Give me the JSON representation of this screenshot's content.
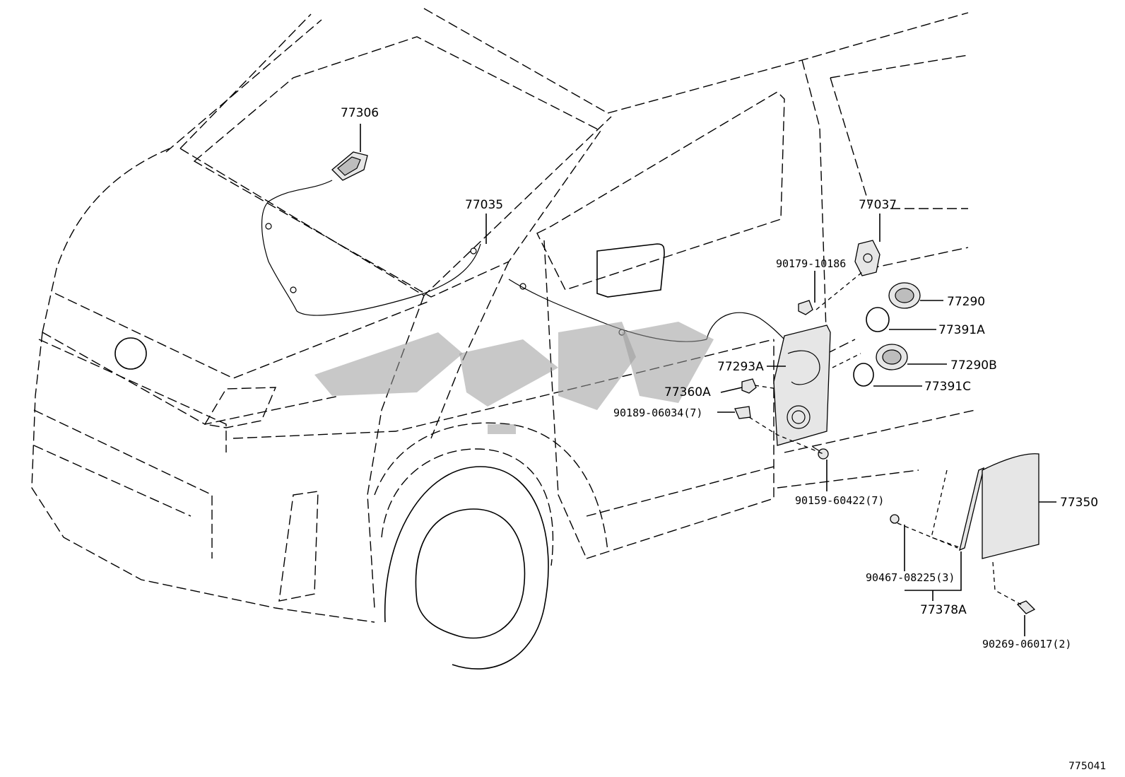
{
  "diagram": {
    "code": "775041",
    "watermark": "",
    "labels": {
      "p77306": "77306",
      "p77035": "77035",
      "p77037": "77037",
      "p90179": "90179-10186",
      "p77290": "77290",
      "p77391A": "77391A",
      "p77290B": "77290B",
      "p77391C": "77391C",
      "p77293A": "77293A",
      "p77360A": "77360A",
      "p90189": "90189-06034(7)",
      "p90159": "90159-60422(7)",
      "p77350": "77350",
      "p90467": "90467-08225(3)",
      "p77378A": "77378A",
      "p90269": "90269-06017(2)"
    }
  }
}
